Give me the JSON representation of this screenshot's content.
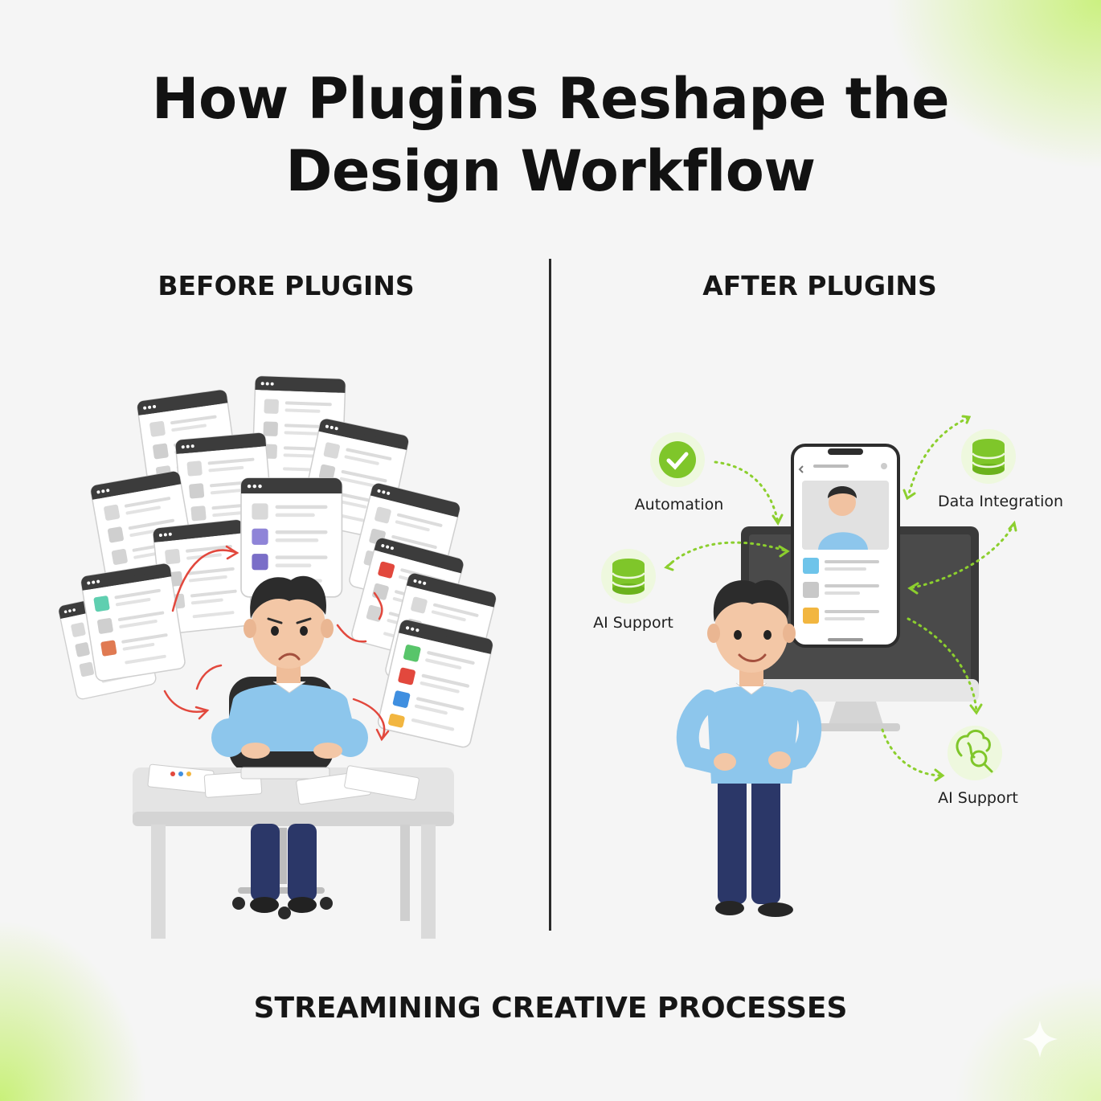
{
  "title_line1": "How Plugins Reshape the",
  "title_line2": "Design Workflow",
  "before": {
    "heading": "BEFORE PLUGINS"
  },
  "after": {
    "heading": "AFTER PLUGINS",
    "features": [
      {
        "label": "Automation",
        "icon": "wrench-check-icon"
      },
      {
        "label": "Data Integration",
        "icon": "database-icon"
      },
      {
        "label": "AI Support",
        "icon": "database-icon"
      },
      {
        "label": "AI Support",
        "icon": "brain-search-icon"
      }
    ]
  },
  "footer": "STREAMINING CREATIVE PROCESSES",
  "colors": {
    "accent_green": "#8ccf2e",
    "arrow_red": "#e2483d",
    "sweater_blue": "#8dc6ec",
    "pants_navy": "#2b3768"
  }
}
